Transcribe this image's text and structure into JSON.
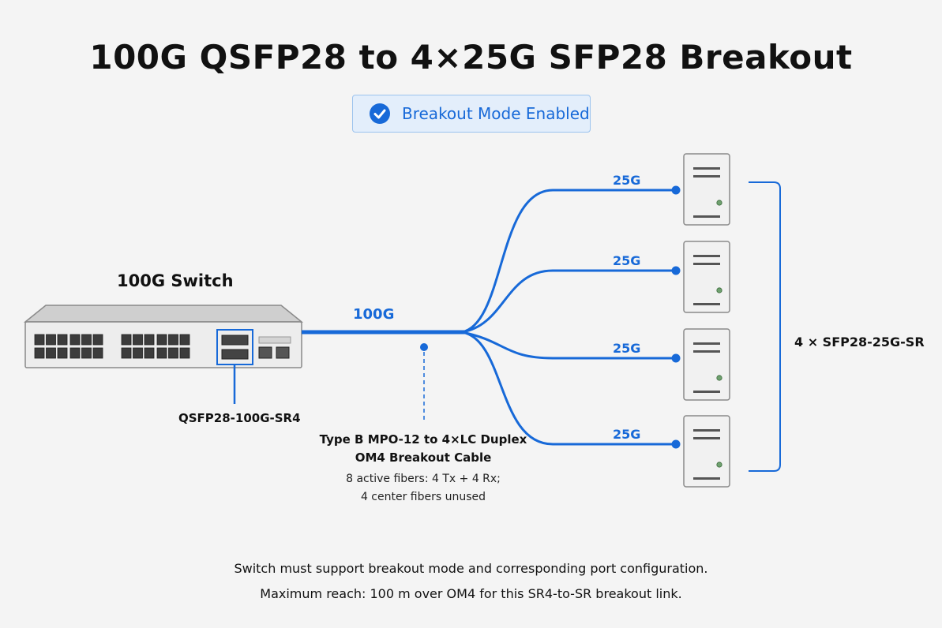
{
  "title": "100G QSFP28 to 4×25G SFP28 Breakout",
  "badge": {
    "text": "Breakout Mode Enabled",
    "icon": "check-circle-icon",
    "color": "#1769d8"
  },
  "switch": {
    "title": "100G Switch",
    "module_label": "QSFP28-100G-SR4"
  },
  "cable": {
    "trunk_speed": "100G",
    "title_line1": "Type B MPO-12 to 4×LC Duplex",
    "title_line2": "OM4 Breakout Cable",
    "note_line1": "8 active fibers: 4 Tx + 4 Rx;",
    "note_line2": "4 center fibers unused"
  },
  "branches": [
    {
      "speed": "25G"
    },
    {
      "speed": "25G"
    },
    {
      "speed": "25G"
    },
    {
      "speed": "25G"
    }
  ],
  "servers_group_label": "4 × SFP28-25G-SR",
  "footer": {
    "line1": "Switch must support breakout mode and corresponding port configuration.",
    "line2": "Maximum reach: 100 m over OM4 for this SR4-to-SR breakout link."
  },
  "colors": {
    "accent": "#1769d8",
    "badge_bg": "#e3eefb",
    "device_gray": "#9a9a9a"
  }
}
